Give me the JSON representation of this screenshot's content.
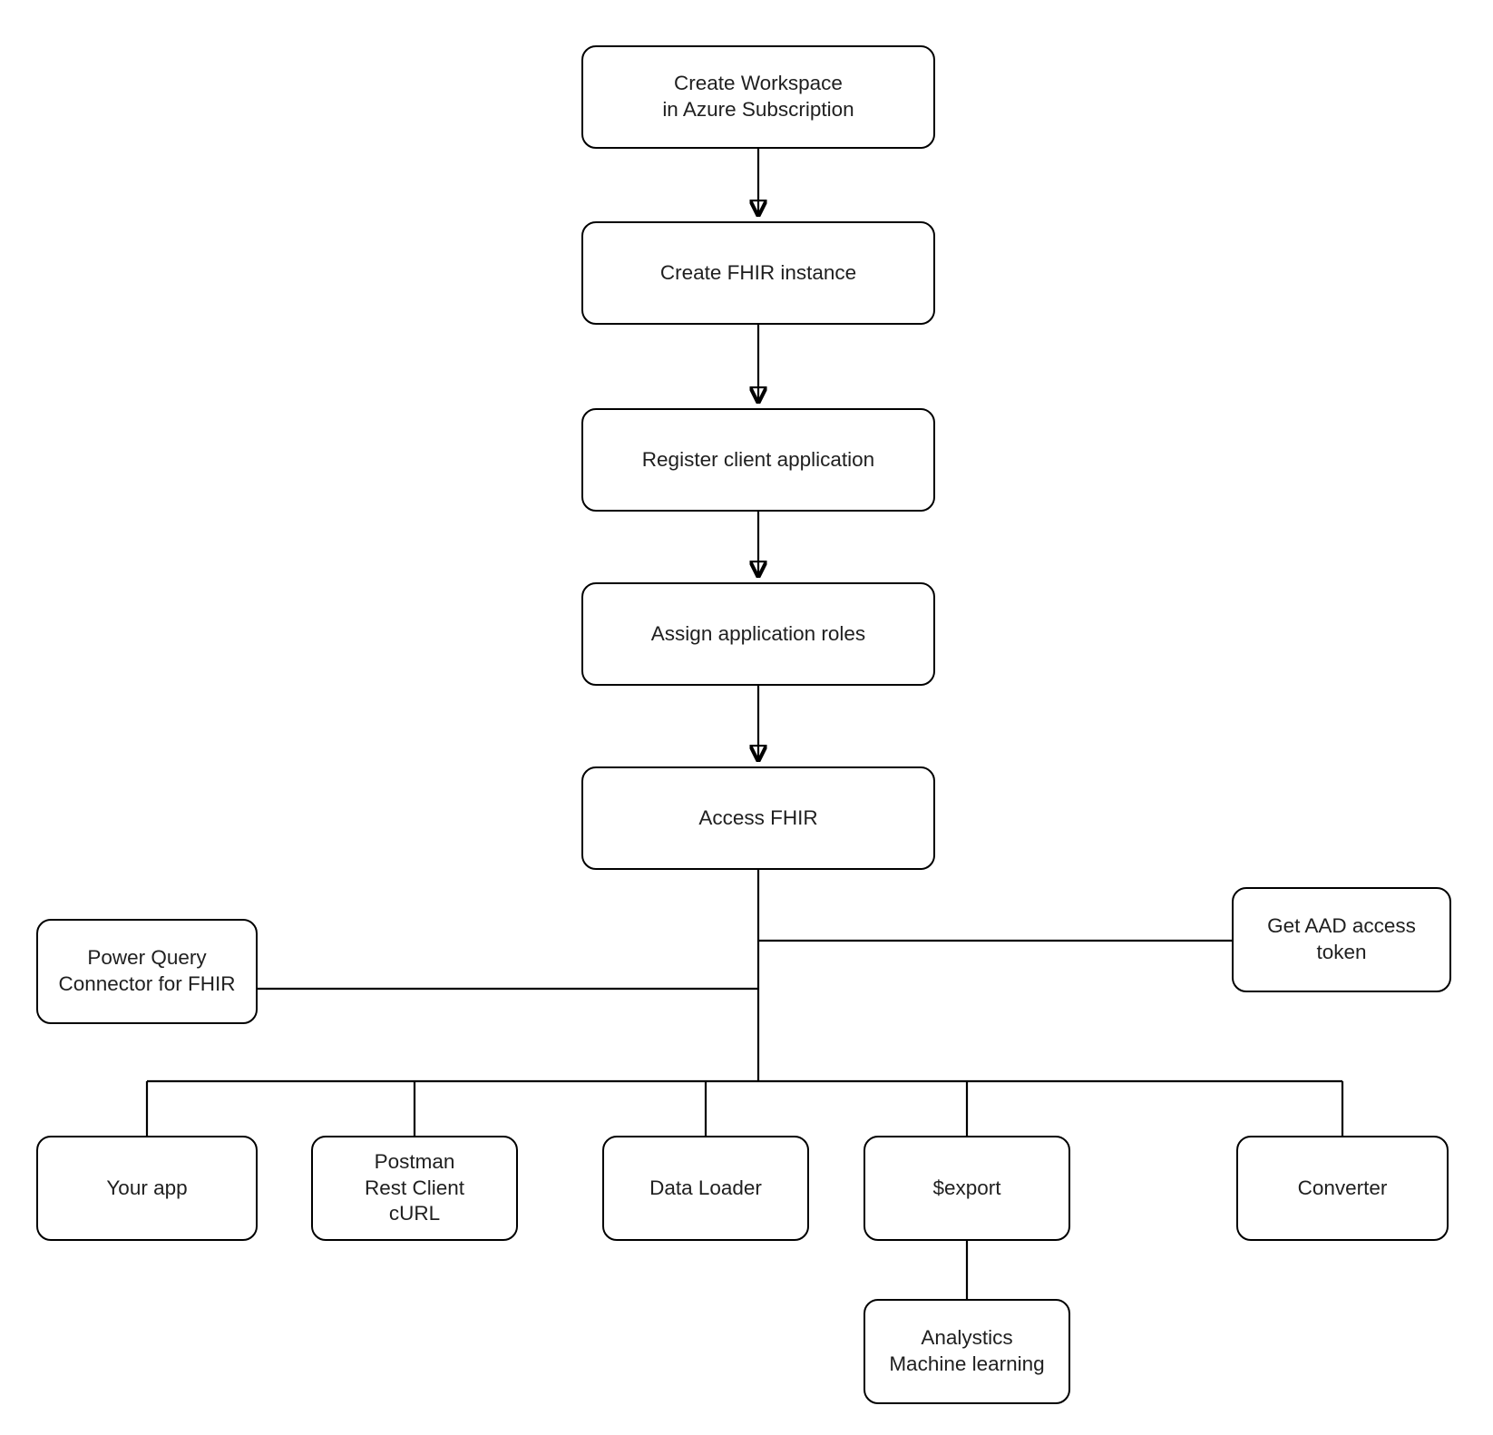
{
  "diagram": {
    "type": "flowchart",
    "colors": {
      "background": "#ffffff",
      "line": "#000000",
      "node_border": "#000000",
      "node_fill": "#ffffff",
      "text": "#1f1f1f"
    },
    "nodes": {
      "create_workspace": {
        "label": "Create Workspace\nin Azure Subscription"
      },
      "create_fhir_instance": {
        "label": "Create FHIR instance"
      },
      "register_client_application": {
        "label": "Register client application"
      },
      "assign_application_roles": {
        "label": "Assign application roles"
      },
      "access_fhir": {
        "label": "Access FHIR"
      },
      "power_query_connector": {
        "label": "Power Query\nConnector for FHIR"
      },
      "get_aad_access_token": {
        "label": "Get AAD access\ntoken"
      },
      "your_app": {
        "label": "Your app"
      },
      "postman_rest_client_curl": {
        "label": "Postman\nRest Client\ncURL"
      },
      "data_loader": {
        "label": "Data Loader"
      },
      "export": {
        "label": "$export"
      },
      "converter": {
        "label": "Converter"
      },
      "analytics_machine_learning": {
        "label": "Analystics\nMachine learning"
      }
    },
    "edges": [
      {
        "from": "create_workspace",
        "to": "create_fhir_instance",
        "arrow": true
      },
      {
        "from": "create_fhir_instance",
        "to": "register_client_application",
        "arrow": true
      },
      {
        "from": "register_client_application",
        "to": "assign_application_roles",
        "arrow": true
      },
      {
        "from": "assign_application_roles",
        "to": "access_fhir",
        "arrow": true
      },
      {
        "from": "access_fhir",
        "to": "power_query_connector",
        "arrow": false
      },
      {
        "from": "access_fhir",
        "to": "get_aad_access_token",
        "arrow": false
      },
      {
        "from": "access_fhir",
        "to": "your_app",
        "arrow": false
      },
      {
        "from": "access_fhir",
        "to": "postman_rest_client_curl",
        "arrow": false
      },
      {
        "from": "access_fhir",
        "to": "data_loader",
        "arrow": false
      },
      {
        "from": "access_fhir",
        "to": "export",
        "arrow": false
      },
      {
        "from": "access_fhir",
        "to": "converter",
        "arrow": false
      },
      {
        "from": "export",
        "to": "analytics_machine_learning",
        "arrow": false
      }
    ]
  }
}
